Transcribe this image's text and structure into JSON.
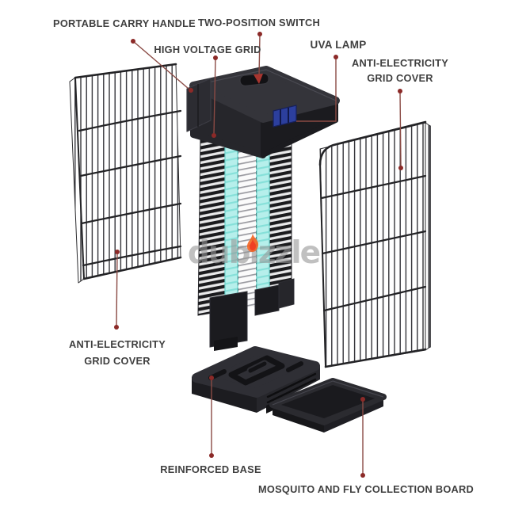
{
  "diagram": {
    "title": "insect-killer exploded parts diagram",
    "labels": {
      "carry_handle": "PORTABLE CARRY HANDLE",
      "two_position_switch": "TWO-POSITION SWITCH",
      "high_voltage_grid": "HIGH VOLTAGE GRID",
      "uva_lamp": "UVA LAMP",
      "right_grid_cover_line1": "ANTI-ELECTRICITY",
      "right_grid_cover_line2": "GRID COVER",
      "left_grid_cover_line1": "ANTI-ELECTRICITY",
      "left_grid_cover_line2": "GRID COVER",
      "reinforced_base": "REINFORCED BASE",
      "collection_board": "MOSQUITO AND FLY COLLECTION BOARD"
    }
  },
  "watermark": {
    "text": "dubizzle"
  },
  "colors": {
    "background": "#ffffff",
    "label_text": "#3f3f3f",
    "leader_line": "#8a4a44",
    "leader_dot": "#8c2a28",
    "device_body_dark": "#232327",
    "uv_tube_cyan": "#b6efeb",
    "lamp_holder_blue": "#2c3f9d",
    "flame_orange": "#f26522",
    "watermark_gray": "#969696"
  }
}
